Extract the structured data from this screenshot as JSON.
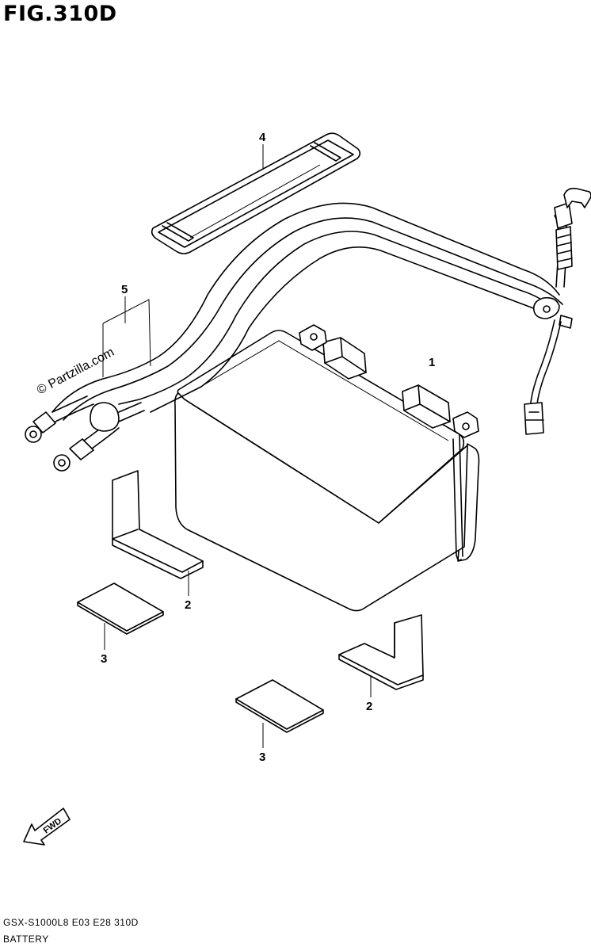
{
  "figure": {
    "title": "FIG.310D",
    "code": "GSX-S1000L8  E03  E28  310D",
    "subtitle": "BATTERY",
    "watermark": "© Partzilla.com",
    "fwd_label": "FWD"
  },
  "callouts": [
    {
      "id": "battery",
      "label": "1"
    },
    {
      "id": "spacer-left",
      "label": "2"
    },
    {
      "id": "spacer-right",
      "label": "2"
    },
    {
      "id": "pad-left",
      "label": "3"
    },
    {
      "id": "pad-right",
      "label": "3"
    },
    {
      "id": "strap",
      "label": "4"
    },
    {
      "id": "harness",
      "label": "5"
    }
  ]
}
